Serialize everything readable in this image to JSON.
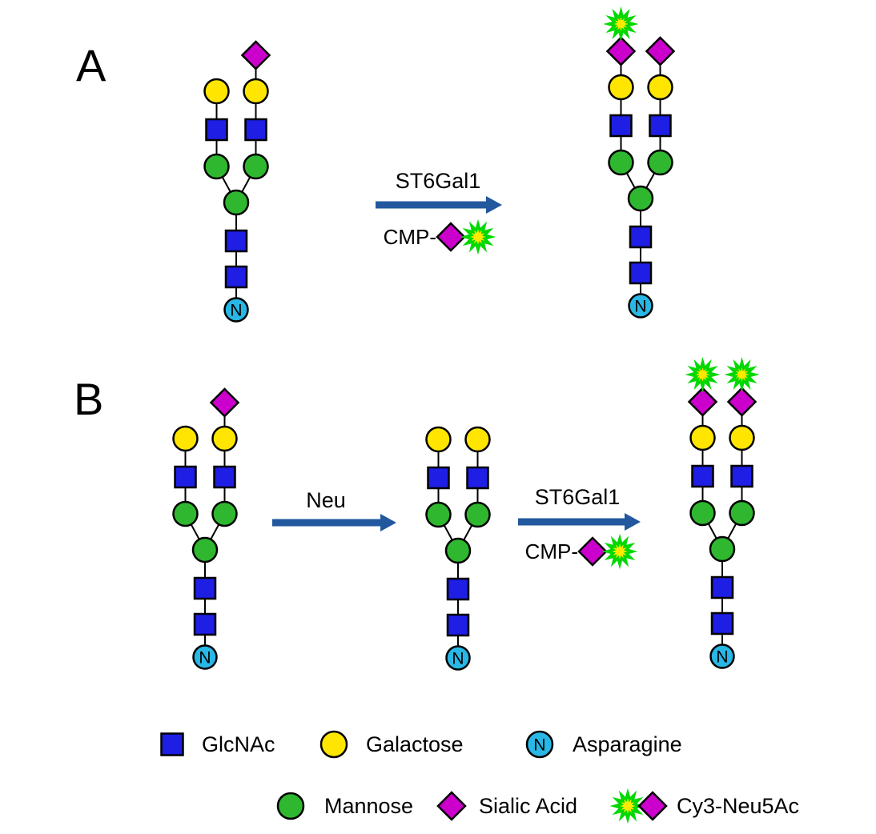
{
  "colors": {
    "glcnac_blue": "#1e1ee4",
    "galactose_yellow": "#ffe500",
    "mannose_green": "#2fb72f",
    "sialic_magenta": "#cc00cc",
    "asparagine_cyan": "#29b7e5",
    "cy3_green": "#00d800",
    "cy3_yellow": "#ffe900",
    "arrow_blue": "#21589e",
    "outline_black": "#000000"
  },
  "asparagine_letter": "N",
  "panels": [
    {
      "label": "A",
      "glycans": [
        {
          "branches": [
            {
              "sialic": false,
              "cy3": false
            },
            {
              "sialic": true,
              "cy3": false
            }
          ]
        },
        {
          "branches": [
            {
              "sialic": true,
              "cy3": true
            },
            {
              "sialic": true,
              "cy3": false
            }
          ]
        }
      ],
      "reactions": [
        {
          "enzyme": "ST6Gal1",
          "cofactor_prefix": "CMP-"
        }
      ]
    },
    {
      "label": "B",
      "glycans": [
        {
          "branches": [
            {
              "sialic": false,
              "cy3": false
            },
            {
              "sialic": true,
              "cy3": false
            }
          ]
        },
        {
          "branches": [
            {
              "sialic": false,
              "cy3": false
            },
            {
              "sialic": false,
              "cy3": false
            }
          ]
        },
        {
          "branches": [
            {
              "sialic": true,
              "cy3": true
            },
            {
              "sialic": true,
              "cy3": true
            }
          ]
        }
      ],
      "reactions": [
        {
          "enzyme": "Neu"
        },
        {
          "enzyme": "ST6Gal1",
          "cofactor_prefix": "CMP-"
        }
      ]
    }
  ],
  "legend": {
    "rows": [
      [
        {
          "symbol": "glcnac",
          "label": "GlcNAc"
        },
        {
          "symbol": "galactose",
          "label": "Galactose"
        },
        {
          "symbol": "asparagine",
          "label": "Asparagine"
        }
      ],
      [
        {
          "symbol": "mannose",
          "label": "Mannose"
        },
        {
          "symbol": "sialic-acid",
          "label": "Sialic Acid"
        },
        {
          "symbol": "cy3-neu5ac",
          "label": "Cy3-Neu5Ac"
        }
      ]
    ]
  }
}
